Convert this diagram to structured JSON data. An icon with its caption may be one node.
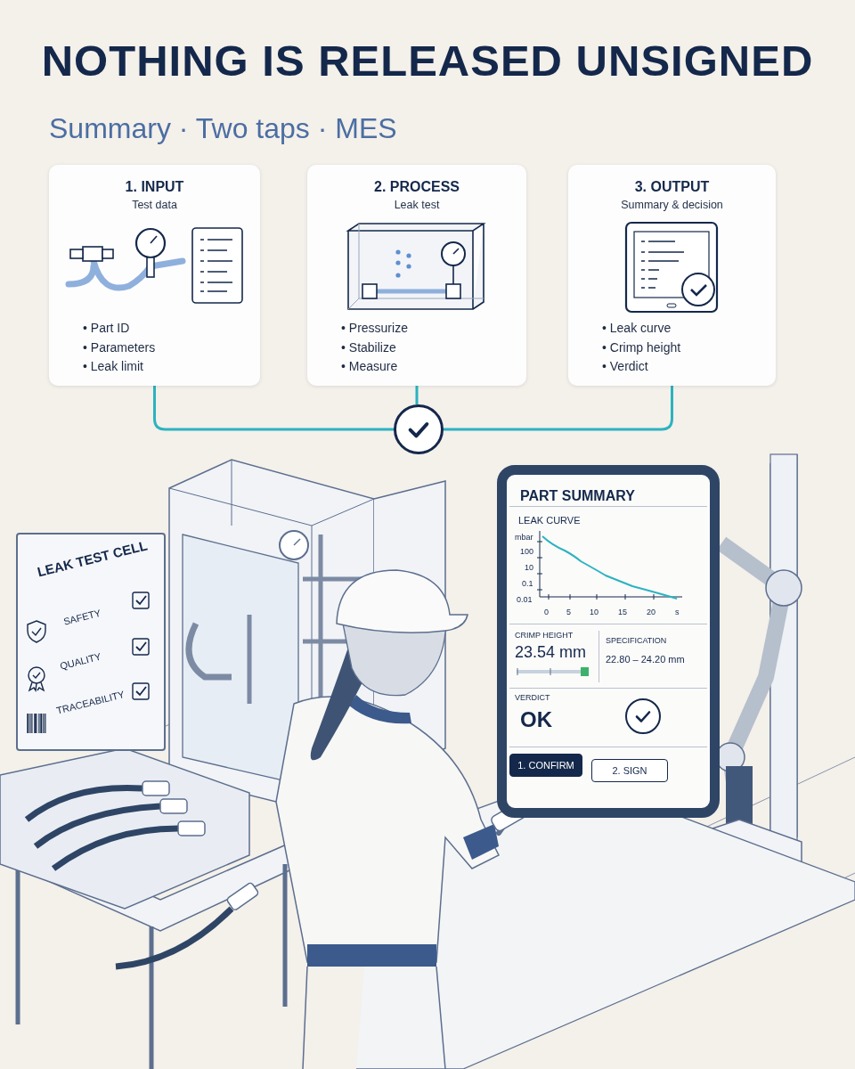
{
  "diagram": {
    "title": "NOTHING IS RELEASED UNSIGNED",
    "caption": "Summary · Two taps · MES",
    "nodes": [
      {
        "text": [
          "1. INPUT",
          "Test data",
          "• Part ID",
          "• Parameters",
          "• Leak limit"
        ]
      },
      {
        "text": [
          "2. PROCESS",
          "Leak test",
          "• Pressurize",
          "• Stabilize",
          "• Measure"
        ]
      },
      {
        "text": [
          "3. OUTPUT",
          "Summary & decision",
          "• Leak curve",
          "• Crimp height",
          "• Verdict"
        ]
      },
      {
        "text": [],
        "shape": "circle"
      }
    ],
    "edges": [
      {
        "from": 0,
        "to": 3,
        "arrow": "none"
      },
      {
        "from": 1,
        "to": 3,
        "arrow": "none"
      },
      {
        "from": 2,
        "to": 3,
        "arrow": "none"
      }
    ],
    "labels": [
      "LEAK TEST CELL",
      "SAFETY",
      "QUALITY",
      "TRACEABILITY",
      "PART SUMMARY",
      "LEAK CURVE",
      "mbar",
      "100",
      "10",
      "0.1",
      "0.01",
      "0",
      "5",
      "10",
      "15",
      "20",
      "s",
      "CRIMP HEIGHT",
      "23.54 mm",
      "SPECIFICATION",
      "22.80 – 24.20 mm",
      "VERDICT",
      "OK",
      "1. CONFIRM",
      "2. SIGN"
    ]
  }
}
